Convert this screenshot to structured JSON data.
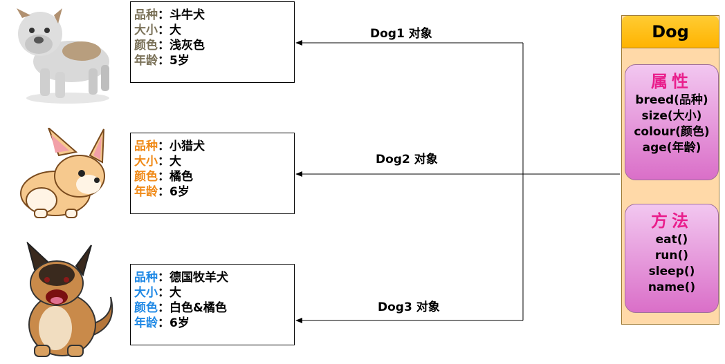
{
  "dogs": [
    {
      "label": "Dog1 对象",
      "key_color": "#7a7158",
      "rows": [
        {
          "key": "品种",
          "value": "：斗牛犬"
        },
        {
          "key": "大小",
          "value": "：大"
        },
        {
          "key": "颜色",
          "value": "：浅灰色"
        },
        {
          "key": "年龄",
          "value": "：5岁"
        }
      ]
    },
    {
      "label": "Dog2 对象",
      "key_color": "#f08a18",
      "rows": [
        {
          "key": "品种",
          "value": "：小猎犬"
        },
        {
          "key": "大小",
          "value": "：大"
        },
        {
          "key": "颜色",
          "value": "：橘色"
        },
        {
          "key": "年龄",
          "value": "：6岁"
        }
      ]
    },
    {
      "label": "Dog3 对象",
      "key_color": "#1e88e5",
      "rows": [
        {
          "key": "品种",
          "value": "：德国牧羊犬"
        },
        {
          "key": "大小",
          "value": "：大"
        },
        {
          "key": "颜色",
          "value": "：白色&橘色"
        },
        {
          "key": "年龄",
          "value": "：6岁"
        }
      ]
    }
  ],
  "class_box": {
    "title": "Dog",
    "attributes_title": "属性",
    "attributes": [
      "breed(品种)",
      "size(大小)",
      "colour(颜色)",
      "age(年龄)"
    ],
    "methods_title": "方法",
    "methods": [
      "eat()",
      "run()",
      "sleep()",
      "name()"
    ]
  }
}
